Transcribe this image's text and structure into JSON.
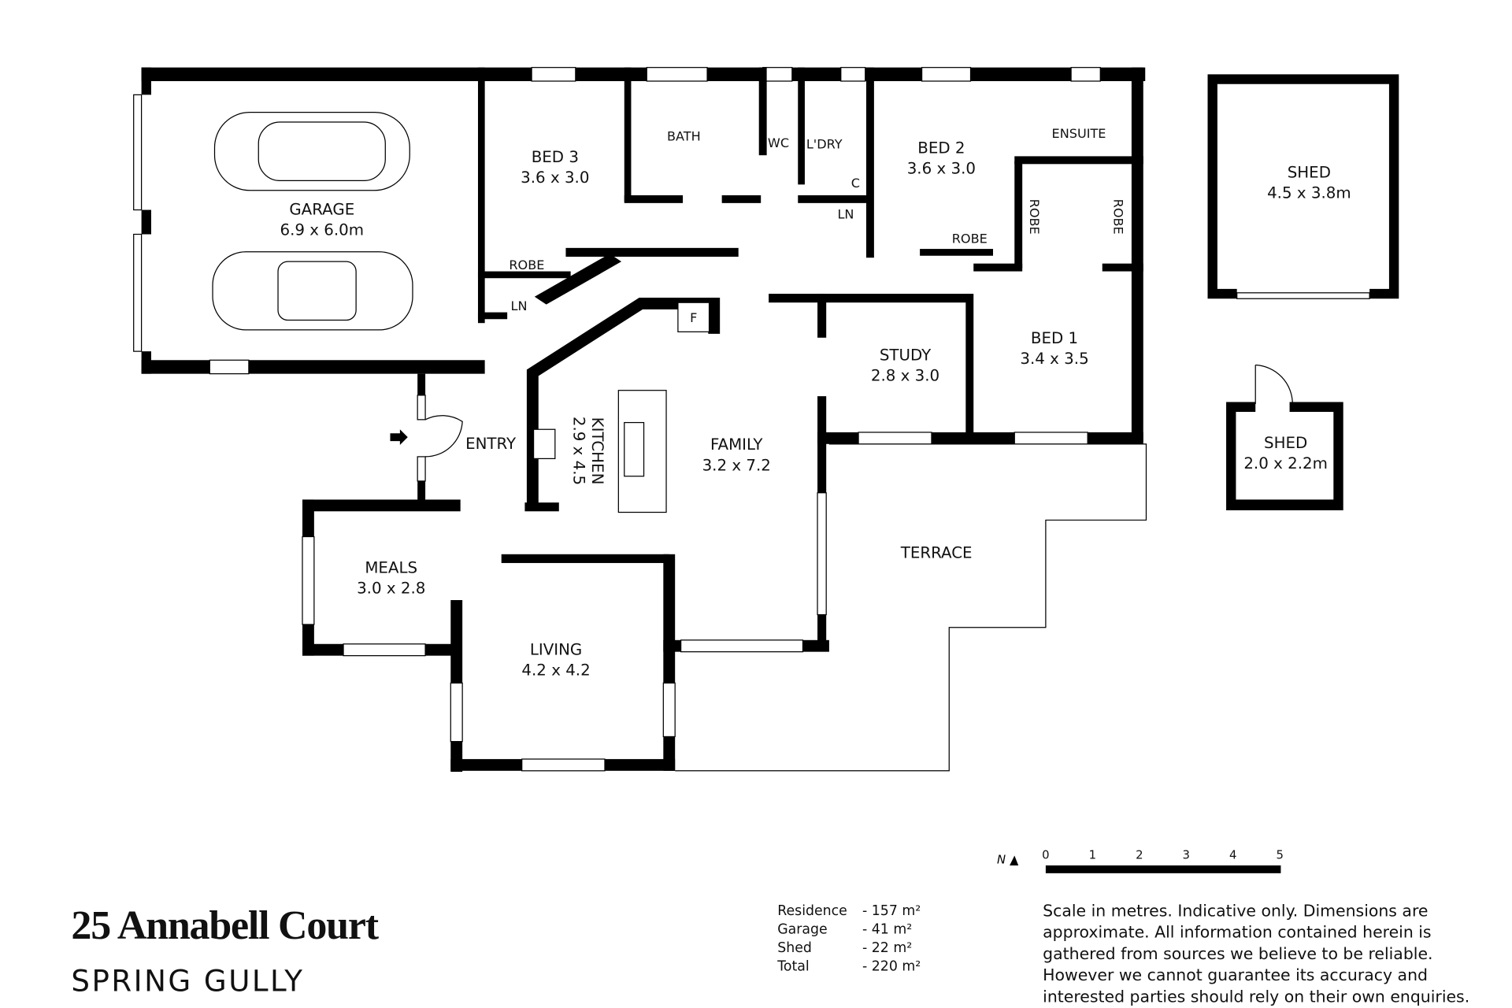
{
  "rooms": {
    "garage": {
      "name": "GARAGE",
      "size": "6.9 x 6.0m"
    },
    "bed3": {
      "name": "BED 3",
      "size": "3.6 x 3.0"
    },
    "bath": {
      "name": "BATH"
    },
    "wc": {
      "name": "WC"
    },
    "laundry": {
      "name": "L'DRY"
    },
    "cupboard": {
      "name": "C"
    },
    "linen1": {
      "name": "LN"
    },
    "linen2": {
      "name": "LN"
    },
    "bed2": {
      "name": "BED 2",
      "size": "3.6 x 3.0"
    },
    "ensuite": {
      "name": "ENSUITE"
    },
    "robe_bed3": {
      "name": "ROBE"
    },
    "robe_bed2": {
      "name": "ROBE"
    },
    "robe_bed1_left": {
      "name": "ROBE"
    },
    "robe_bed1_right": {
      "name": "ROBE"
    },
    "fridge": {
      "name": "F"
    },
    "kitchen": {
      "name": "KITCHEN",
      "size": "2.9 x 4.5"
    },
    "family": {
      "name": "FAMILY",
      "size": "3.2 x 7.2"
    },
    "study": {
      "name": "STUDY",
      "size": "2.8 x 3.0"
    },
    "bed1": {
      "name": "BED 1",
      "size": "3.4 x 3.5"
    },
    "entry": {
      "name": "ENTRY"
    },
    "meals": {
      "name": "MEALS",
      "size": "3.0 x 2.8"
    },
    "living": {
      "name": "LIVING",
      "size": "4.2 x 4.2"
    },
    "terrace": {
      "name": "TERRACE"
    },
    "shed_large": {
      "name": "SHED",
      "size": "4.5 x 3.8m"
    },
    "shed_small": {
      "name": "SHED",
      "size": "2.0 x 2.2m"
    }
  },
  "address": {
    "street": "25 Annabell Court",
    "suburb": "SPRING GULLY"
  },
  "areas": [
    {
      "label": "Residence",
      "value": "- 157 m²"
    },
    {
      "label": "Garage",
      "value": "-   41 m²"
    },
    {
      "label": "Shed",
      "value": "-   22 m²"
    },
    {
      "label": "Total",
      "value": "- 220 m²"
    }
  ],
  "scale": {
    "north": "N",
    "ticks": [
      "0",
      "1",
      "2",
      "3",
      "4",
      "5"
    ]
  },
  "disclaimer": [
    "Scale in metres. Indicative only. Dimensions are",
    "approximate. All information contained herein is",
    "gathered from sources we believe to be reliable.",
    "However we cannot guarantee  its accuracy and",
    "interested parties should rely on their own enquiries."
  ]
}
